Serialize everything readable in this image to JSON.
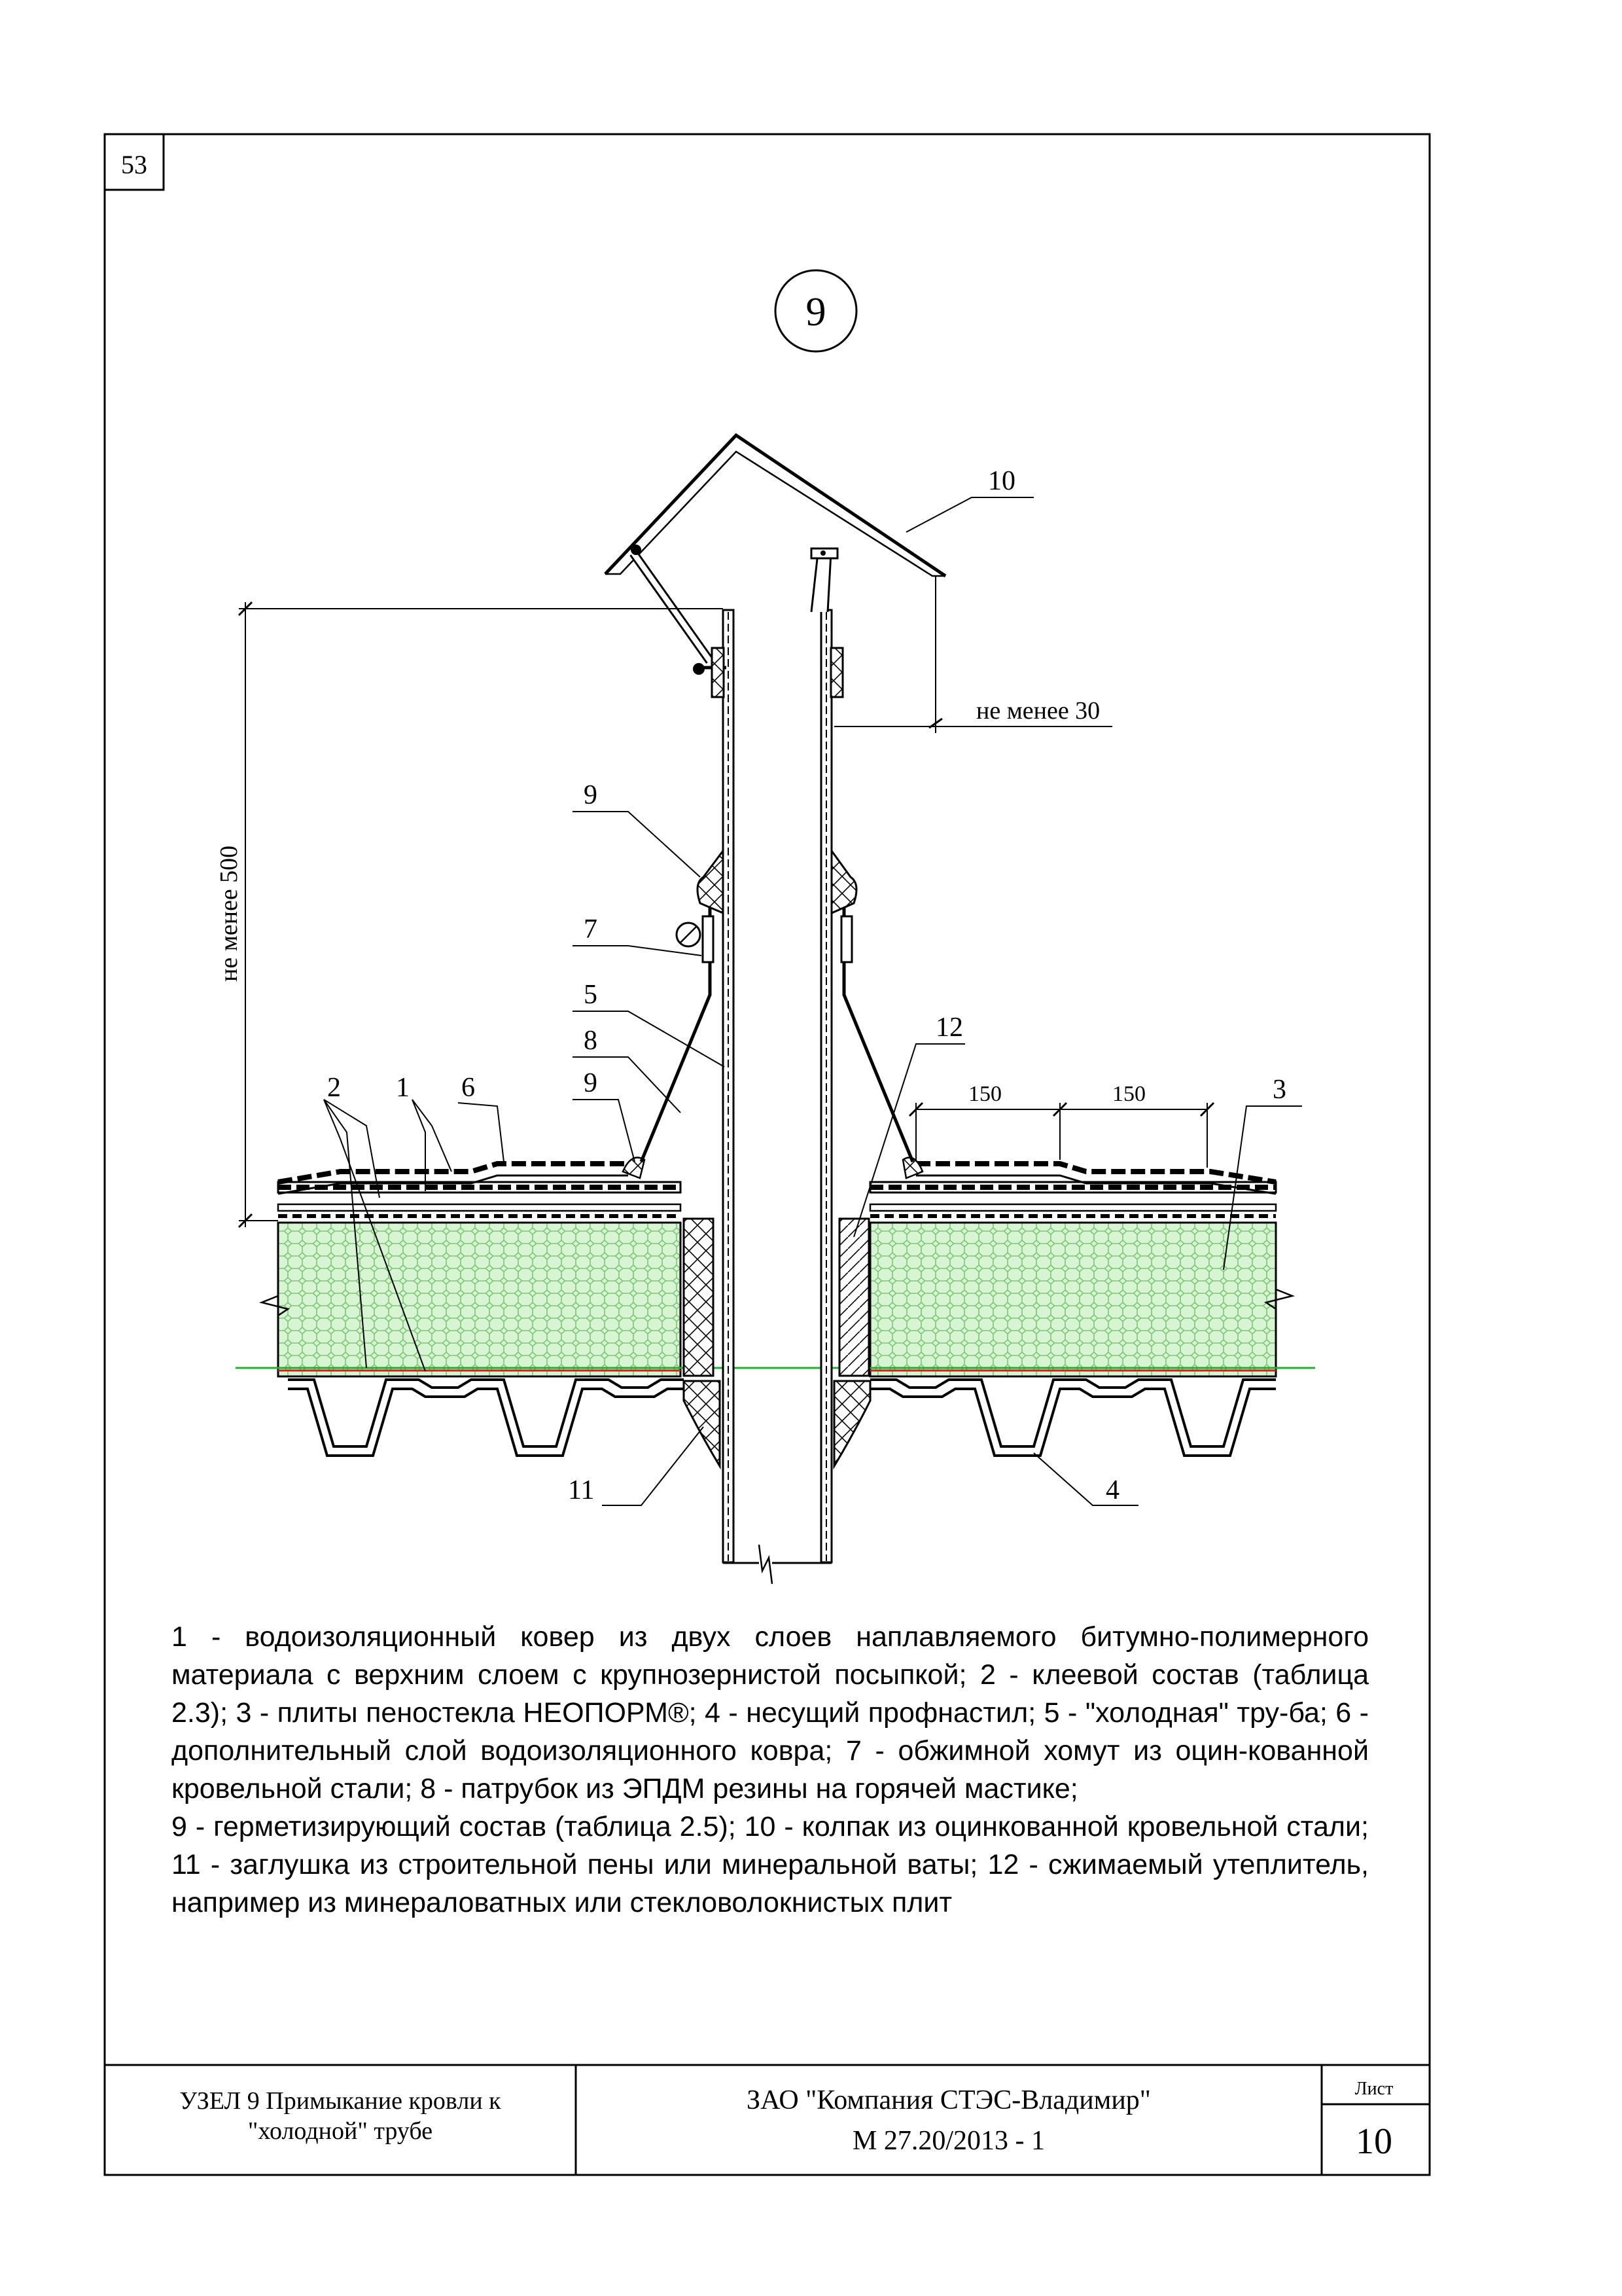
{
  "sheet": {
    "corner_number": "53",
    "node_number": "9"
  },
  "callouts": {
    "c1": "1",
    "c2": "2",
    "c3": "3",
    "c4": "4",
    "c5": "5",
    "c6": "6",
    "c7": "7",
    "c8": "8",
    "c9_top": "9",
    "c9_low": "9",
    "c10": "10",
    "c11": "11",
    "c12": "12"
  },
  "dimensions": {
    "min30": "не менее 30",
    "min500": "не менее 500",
    "d150_a": "150",
    "d150_b": "150"
  },
  "legend": {
    "p1": "1 - водоизоляционный ковер из двух слоев наплавляемого битумно-полимерного материала с верхним слоем с крупнозернистой посыпкой; 2 - клеевой состав (таблица 2.3); 3 - плиты пеностекла НЕОПОРМ®; 4 - несущий профнастил; 5 - \"холодная\" тру-ба; 6 - дополнительный слой водоизоляционного ковра; 7 - обжимной хомут из оцин-кованной кровельной стали; 8 - патрубок из ЭПДМ резины на горячей мастике;",
    "p2": "9 - герметизирующий состав (таблица 2.5); 10 - колпак из оцинкованной кровельной стали; 11 - заглушка из строительной пены или минеральной ваты; 12 - сжимаемый утеплитель, например из минераловатных или стекловолокнистых плит"
  },
  "title_block": {
    "title_line1": "УЗЕЛ 9 Примыкание кровли к",
    "title_line2": "\"холодной\" трубе",
    "company": "ЗАО \"Компания СТЭС-Владимир\"",
    "document_code": "М 27.20/2013 - 1",
    "sheet_label": "Лист",
    "sheet_number": "10"
  },
  "colors": {
    "insulation_fill": "#d7f5d2",
    "insulation_hatch": "#7fc47a",
    "vapor_line": "#22b030",
    "glue_line": "#d02020"
  }
}
